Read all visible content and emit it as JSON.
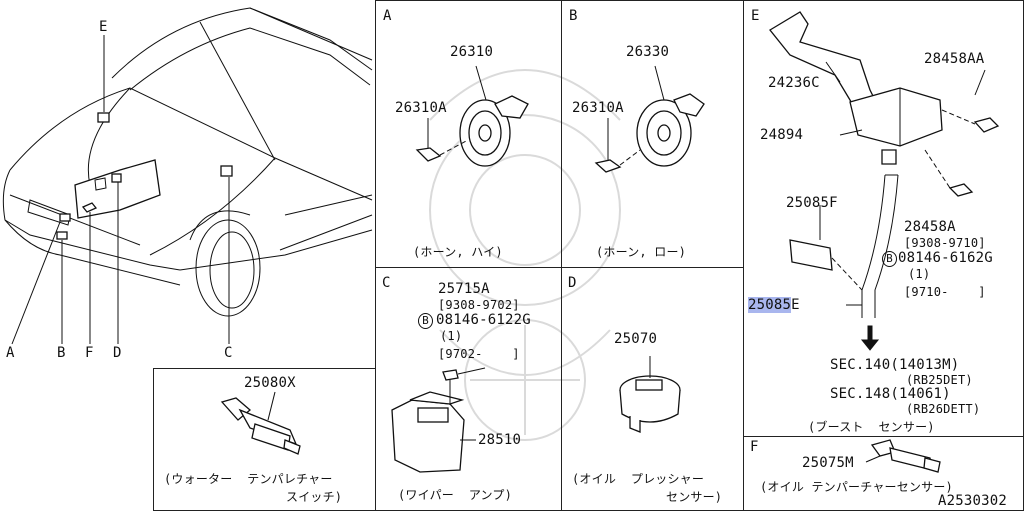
{
  "car_callouts": {
    "A": "A",
    "B": "B",
    "C": "C",
    "D": "D",
    "E": "E",
    "F": "F"
  },
  "panel_a": {
    "letter": "A",
    "part_main": "26310",
    "part_bolt": "26310A",
    "caption": "(ホーン, ハイ)"
  },
  "panel_b": {
    "letter": "B",
    "part_main": "26330",
    "part_bolt": "26310A",
    "caption": "(ホーン, ロー)"
  },
  "panel_c": {
    "letter": "C",
    "part_bracket": "25715A",
    "date_range_1": "[9308-9702]",
    "bolt_code": "08146-6122G",
    "bolt_symbol": "B",
    "bolt_qty": "(1)",
    "date_range_2": "[9702-    ]",
    "part_amp": "28510",
    "caption": "(ワイパー  アンプ)"
  },
  "panel_d": {
    "letter": "D",
    "part_main": "25070",
    "caption_1": "(オイル  プレッシャー",
    "caption_2": "センサー)"
  },
  "panel_e": {
    "letter": "E",
    "part_bracket": "24236C",
    "part_bolt_top": "28458AA",
    "part_sensor": "24894",
    "part_clip": "25085F",
    "part_bolt_side": "28458A",
    "date_range_1": "[9308-9710]",
    "bolt_symbol": "B",
    "bolt_code": "08146-6162G",
    "bolt_qty": "(1)",
    "date_range_2": "[9710-    ]",
    "part_hose": "25085E",
    "part_hose_highlight": "25085",
    "part_hose_suffix": "E",
    "sec_line_1": "SEC.140(14013M)",
    "sec_line_1_sub": "(RB25DET)",
    "sec_line_2": "SEC.148(14061)",
    "sec_line_2_sub": "(RB26DETT)",
    "caption": "(ブースト  センサー)"
  },
  "panel_f": {
    "letter": "F",
    "part_main": "25075M",
    "caption": "(オイル テンパーチャーセンサー)"
  },
  "panel_water": {
    "part_main": "25080X",
    "caption_1": "(ウォーター  テンパレチャー",
    "caption_2": "スイッチ)"
  },
  "figure_code": "A2530302"
}
